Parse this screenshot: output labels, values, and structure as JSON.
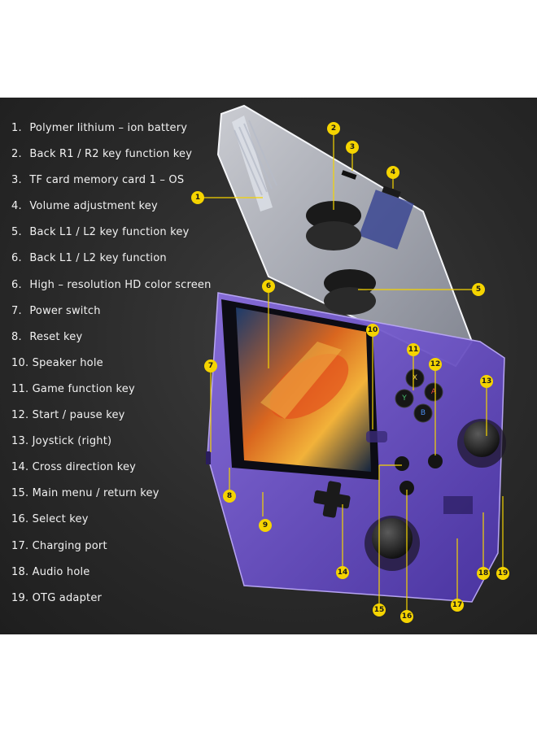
{
  "legend": [
    {
      "num": "1.",
      "text": "Polymer lithium – ion battery"
    },
    {
      "num": "2.",
      "text": "Back R1 / R2 key function key"
    },
    {
      "num": "3.",
      "text": "TF card memory card 1 – OS"
    },
    {
      "num": "4.",
      "text": "Volume adjustment key"
    },
    {
      "num": "5.",
      "text": "Back L1 / L2 key function key"
    },
    {
      "num": "6.",
      "text": "Back L1 / L2 key function"
    },
    {
      "num": "6.",
      "text": "High – resolution HD color screen"
    },
    {
      "num": "7.",
      "text": "Power switch"
    },
    {
      "num": "8.",
      "text": "Reset key"
    },
    {
      "num": "10.",
      "text": "Speaker hole"
    },
    {
      "num": "11.",
      "text": "Game function key"
    },
    {
      "num": "12.",
      "text": "Start / pause key"
    },
    {
      "num": "13.",
      "text": "Joystick (right)"
    },
    {
      "num": "14.",
      "text": "Cross direction key"
    },
    {
      "num": "15.",
      "text": "Main menu / return key"
    },
    {
      "num": "16.",
      "text": "Select key"
    },
    {
      "num": "17.",
      "text": "Charging port"
    },
    {
      "num": "18.",
      "text": "Audio hole"
    },
    {
      "num": "19.",
      "text": "OTG adapter"
    }
  ],
  "callouts": [
    "1",
    "2",
    "3",
    "4",
    "5",
    "6",
    "7",
    "8",
    "9",
    "10",
    "11",
    "12",
    "13",
    "14",
    "15",
    "16",
    "17",
    "18",
    "19"
  ],
  "buttons": {
    "x": "X",
    "y": "Y",
    "a": "A",
    "b": "B"
  },
  "colors": {
    "background": "#2a2a2a",
    "callout": "#f5d400",
    "device_purple": "#6a4fc8",
    "clear_shell": "#c9ccd6"
  },
  "icons": [
    "battery-icon",
    "joystick-icon",
    "dpad-icon"
  ]
}
